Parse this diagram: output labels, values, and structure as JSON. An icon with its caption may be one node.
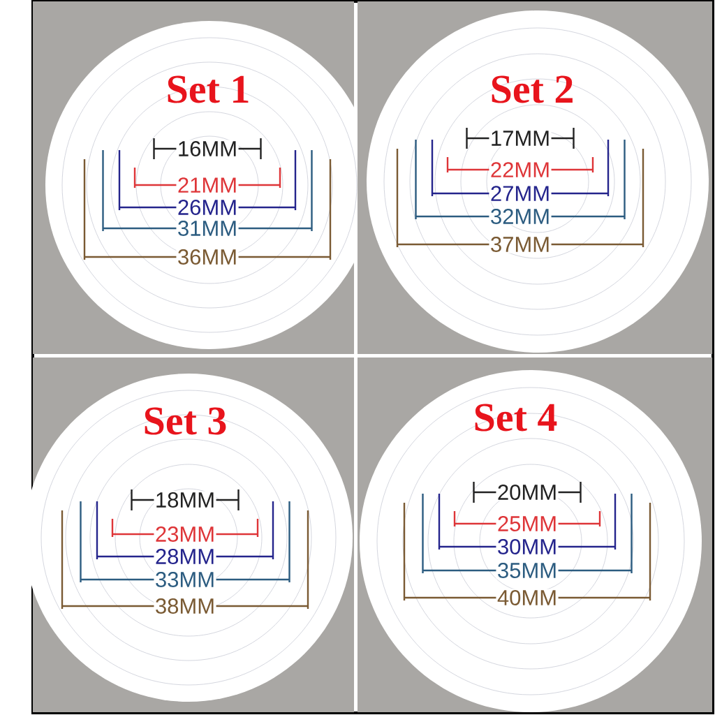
{
  "diagram": {
    "nodes": [
      {
        "text": [
          "Set 1"
        ]
      },
      {
        "text": [
          "Set 2"
        ]
      },
      {
        "text": [
          "Set 3"
        ]
      },
      {
        "text": [
          "Set 4"
        ]
      }
    ],
    "labels": [
      "16MM",
      "21MM",
      "26MM",
      "31MM",
      "36MM",
      "17MM",
      "22MM",
      "27MM",
      "32MM",
      "37MM",
      "18MM",
      "23MM",
      "28MM",
      "33MM",
      "38MM",
      "20MM",
      "25MM",
      "30MM",
      "35MM",
      "40MM"
    ]
  }
}
